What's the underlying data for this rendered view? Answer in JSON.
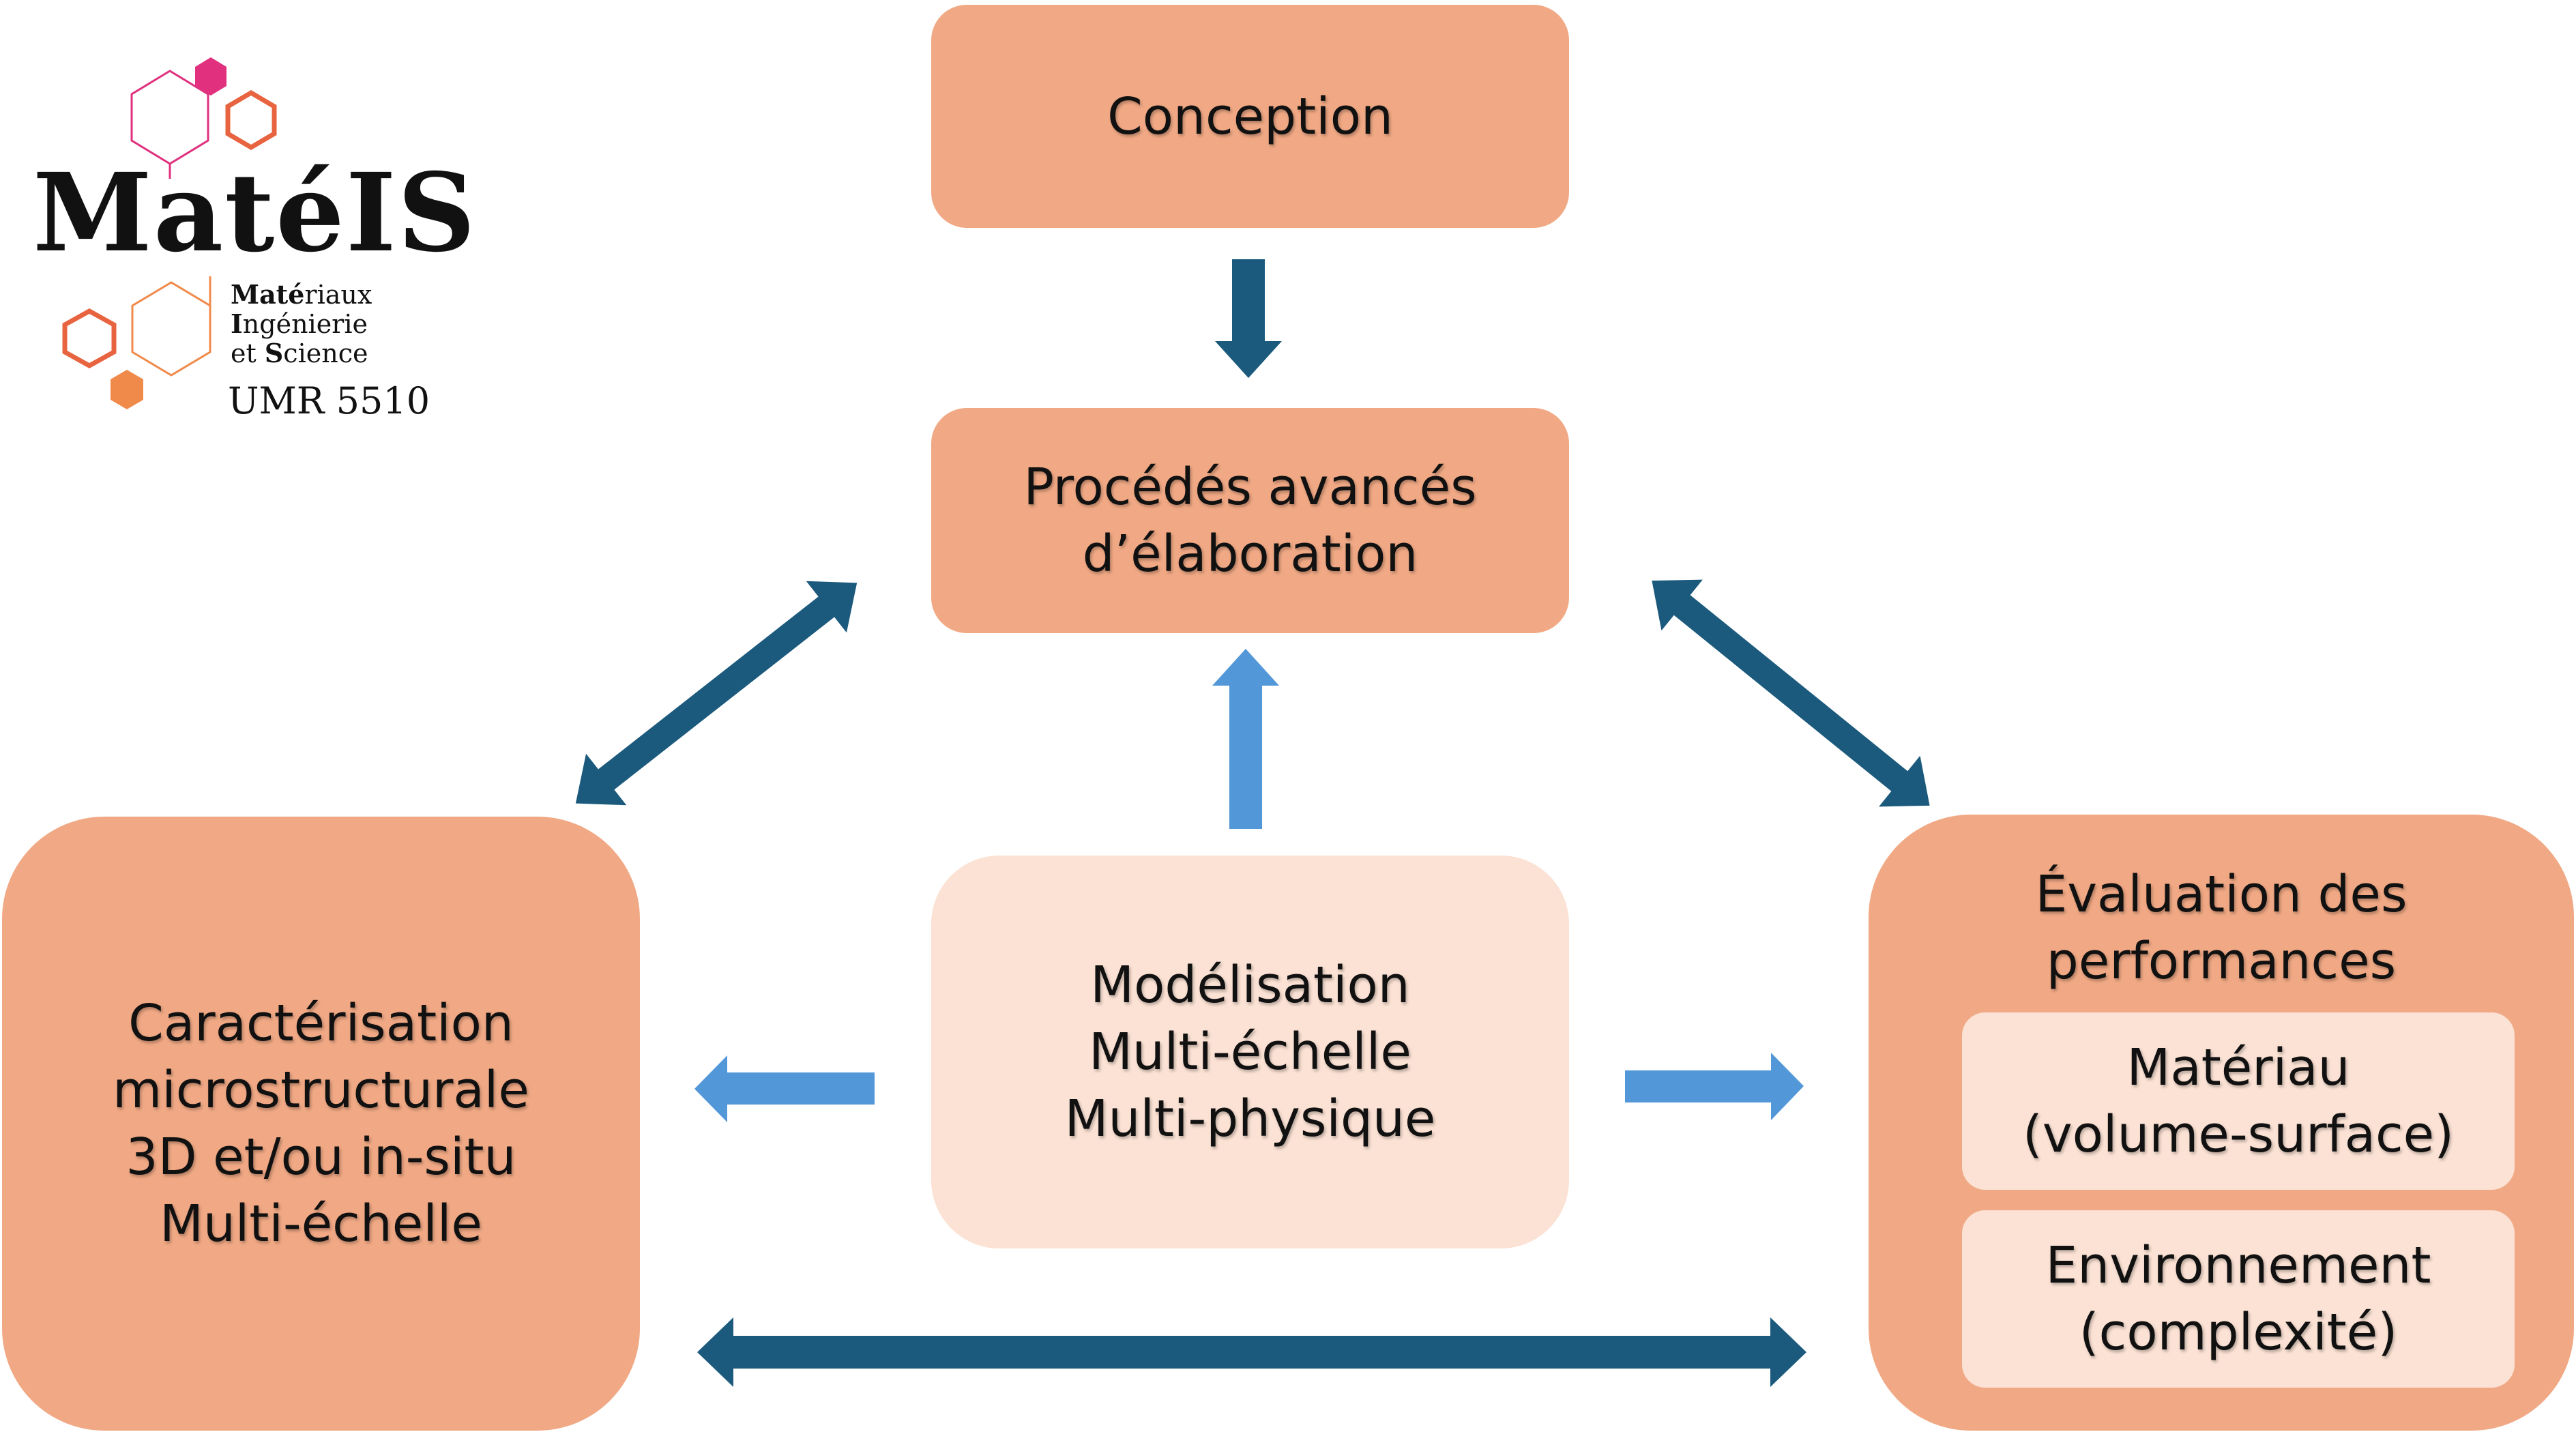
{
  "logo": {
    "name": "MatéIS",
    "subtitle_lines": [
      {
        "bold": "Maté",
        "rest": "riaux"
      },
      {
        "bold": "I",
        "rest": "ngénierie"
      },
      {
        "pre": "et ",
        "bold": "S",
        "rest": "cience"
      }
    ],
    "unit": "UMR 5510"
  },
  "boxes": {
    "conception": {
      "lines": [
        "Conception"
      ]
    },
    "procedes": {
      "lines": [
        "Procédés avancés",
        "d’élaboration"
      ]
    },
    "caracterisation": {
      "lines": [
        "Caractérisation",
        "microstructurale",
        "3D et/ou in-situ",
        "Multi-échelle"
      ]
    },
    "modelisation": {
      "lines": [
        "Modélisation",
        "Multi-échelle",
        "Multi-physique"
      ]
    },
    "evaluation": {
      "lines": [
        "Évaluation des",
        "performances"
      ],
      "materiau": {
        "lines": [
          "Matériau",
          "(volume-surface)"
        ]
      },
      "environnement": {
        "lines": [
          "Environnement",
          "(complexité)"
        ]
      }
    }
  },
  "colors": {
    "box_dark": "#f1a985",
    "box_light": "#fbe2d4",
    "arrow_dark": "#1b5a7d",
    "arrow_light": "#5297d8",
    "hex_pink": "#e0307e",
    "hex_orange": "#e8633f",
    "hex_light_orange": "#f08a4b"
  }
}
